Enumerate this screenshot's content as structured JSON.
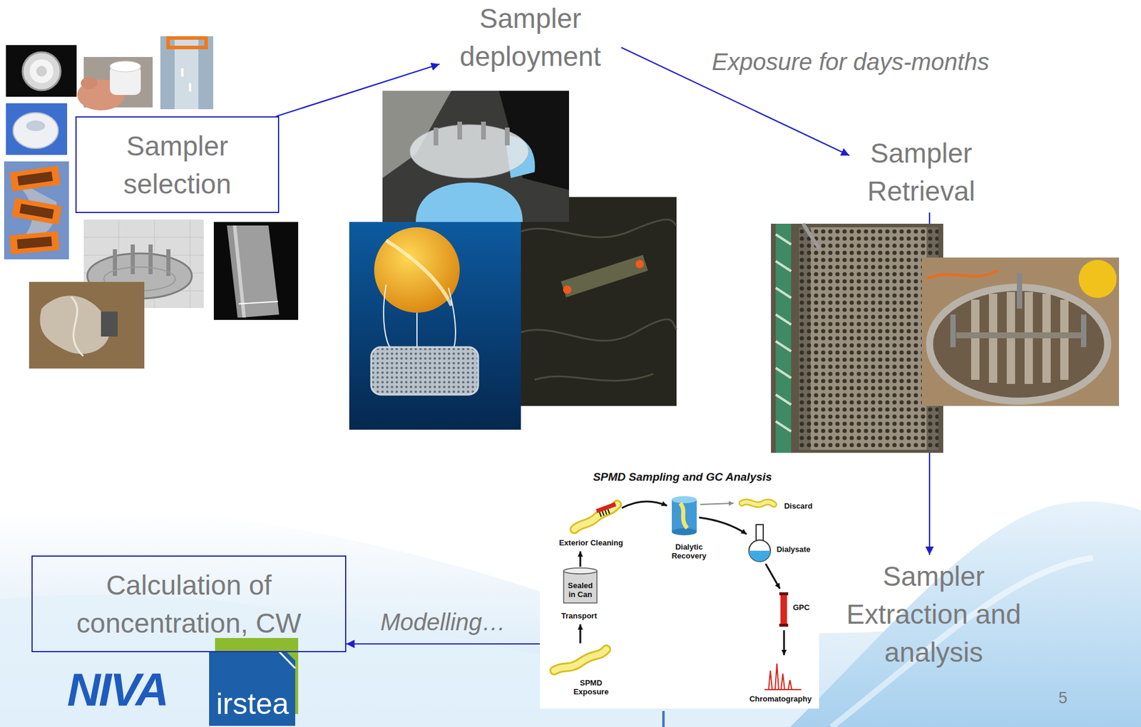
{
  "diagram": {
    "nodes": [
      {
        "text": [
          "Sampler selection"
        ]
      },
      {
        "text": [
          "Sampler deployment"
        ]
      },
      {
        "text": [
          "Sampler Retrieval"
        ]
      },
      {
        "text": [
          "Sampler Extraction and analysis"
        ]
      },
      {
        "text": [
          "SPMD Sampling and GC Analysis",
          "Exterior Cleaning",
          "Dialytic Recovery",
          "Discard",
          "Dialysate",
          "Sealed in Can",
          "Transport",
          "GPC",
          "SPMD Exposure",
          "Chromatography"
        ]
      },
      {
        "text": [
          "Calculation of concentration, CW"
        ]
      }
    ],
    "edges": [
      {
        "from": 0,
        "to": 1,
        "arrow": "to"
      },
      {
        "from": 1,
        "to": 2,
        "arrow": "to",
        "label": "Exposure for days-months"
      },
      {
        "from": 2,
        "to": 3,
        "arrow": "to"
      },
      {
        "from": 4,
        "to": 5,
        "arrow": "to",
        "label": "Modelling…"
      }
    ],
    "labels": [
      "NIVA",
      "irstea",
      "5"
    ]
  }
}
